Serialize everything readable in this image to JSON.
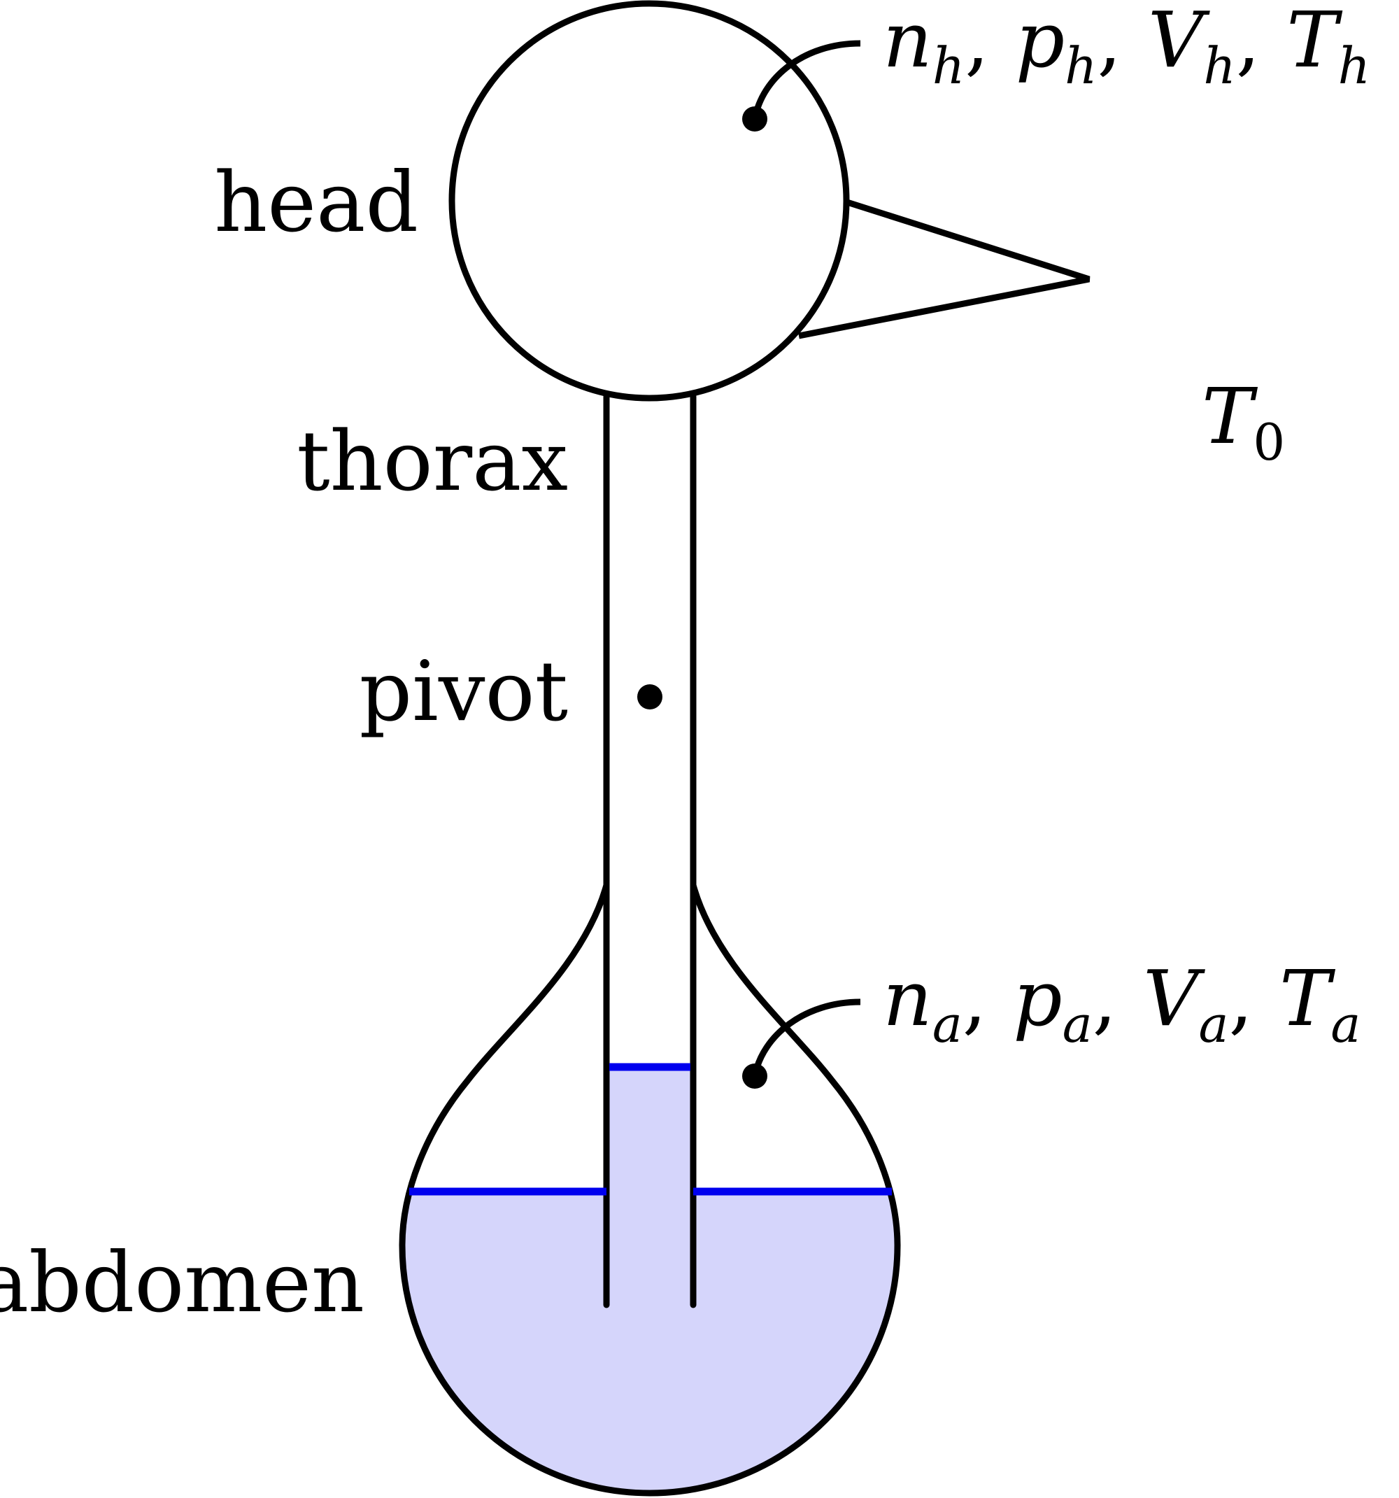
{
  "labels": {
    "head": "head",
    "thorax": "thorax",
    "pivot": "pivot",
    "abdomen": "abdomen"
  },
  "head_vars": [
    {
      "sym": "n",
      "sub": "h"
    },
    {
      "sym": "p",
      "sub": "h"
    },
    {
      "sym": "V",
      "sub": "h"
    },
    {
      "sym": "T",
      "sub": "h"
    }
  ],
  "abdomen_vars": [
    {
      "sym": "n",
      "sub": "a"
    },
    {
      "sym": "p",
      "sub": "a"
    },
    {
      "sym": "V",
      "sub": "a"
    },
    {
      "sym": "T",
      "sub": "a"
    }
  ],
  "ambient": {
    "sym": "T",
    "sub": "0"
  },
  "separator": ",",
  "colors": {
    "outline": "#000000",
    "liquid_fill": "#d5d5fb",
    "liquid_surface": "#0000ee"
  }
}
